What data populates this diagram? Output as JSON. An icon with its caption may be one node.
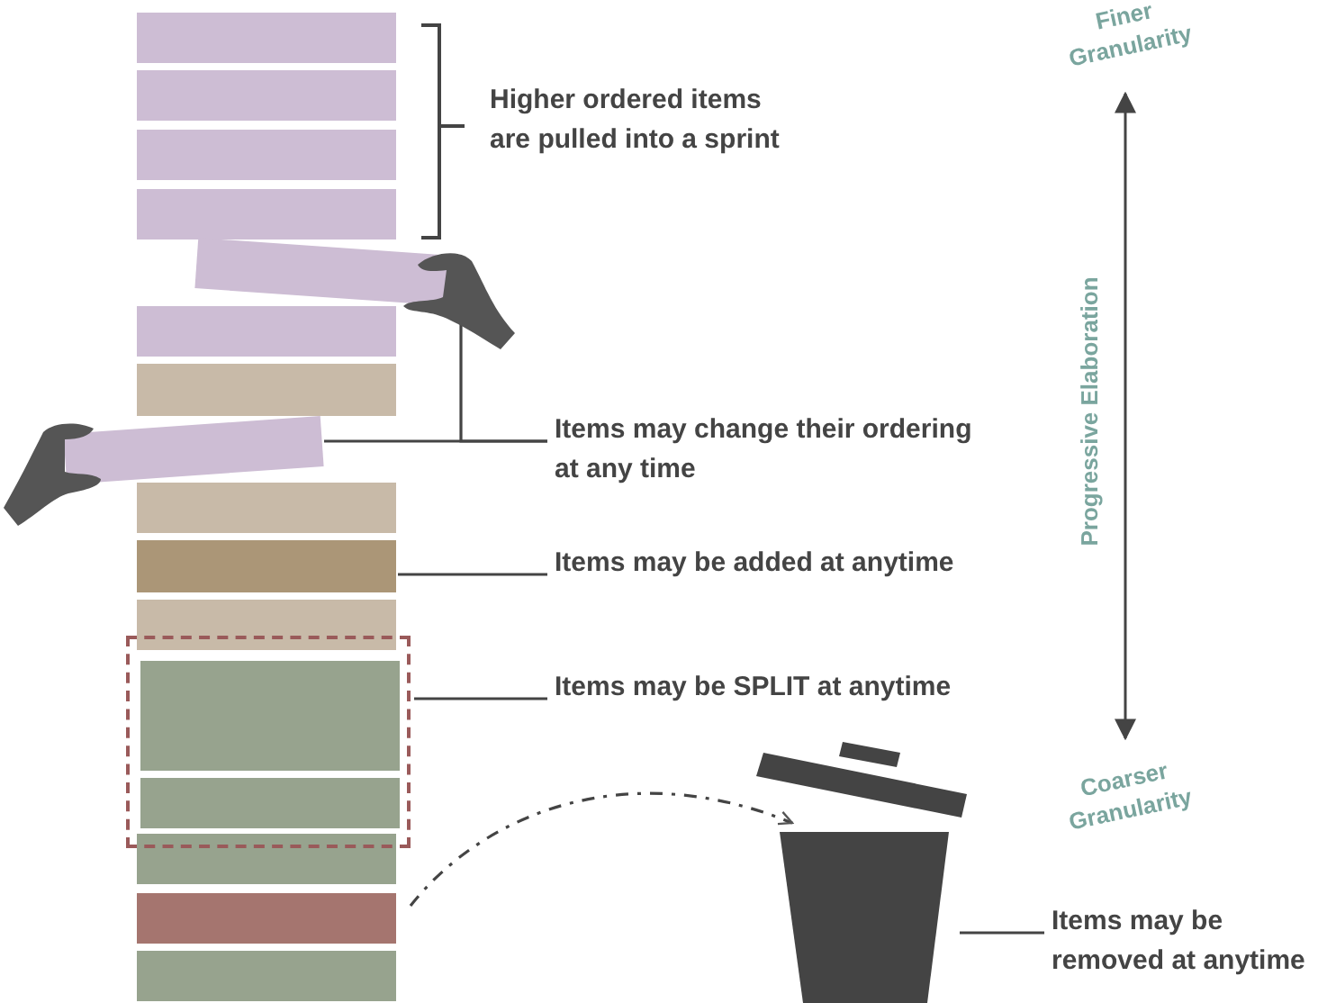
{
  "diagram": {
    "nodes": [
      {
        "text": [],
        "shape": "bar"
      },
      {
        "text": [],
        "shape": "bar"
      },
      {
        "text": [],
        "shape": "bar"
      },
      {
        "text": [],
        "shape": "bar"
      },
      {
        "text": [],
        "shape": "bar"
      },
      {
        "text": [],
        "shape": "bar"
      },
      {
        "text": [],
        "shape": "bar"
      },
      {
        "text": [],
        "shape": "bar"
      },
      {
        "text": [],
        "shape": "bar"
      },
      {
        "text": [],
        "shape": "bar"
      },
      {
        "text": [],
        "shape": "bar"
      },
      {
        "text": [],
        "shape": "box"
      },
      {
        "text": [],
        "shape": "bar",
        "in": 11
      },
      {
        "text": [],
        "shape": "bar",
        "in": 11
      },
      {
        "text": [],
        "shape": "bar"
      },
      {
        "text": [],
        "shape": "bar"
      },
      {
        "text": [],
        "shape": "bar"
      },
      {
        "text": [],
        "shape": "bin"
      },
      {
        "text": [
          "Items may change their ordering at any time"
        ]
      },
      {
        "text": [
          "Items may be added at anytime"
        ]
      },
      {
        "text": [
          "Items may be SPLIT at anytime"
        ]
      },
      {
        "text": [
          "Items may be removed at anytime"
        ]
      }
    ],
    "edges": [
      {
        "from": 18,
        "to": 4,
        "arrow": "none"
      },
      {
        "from": 18,
        "to": 7,
        "arrow": "none"
      },
      {
        "from": 19,
        "to": 9,
        "arrow": "none"
      },
      {
        "from": 20,
        "to": 11,
        "arrow": "none"
      },
      {
        "from": 15,
        "to": 17,
        "arrow": "to",
        "style": "dashed"
      },
      {
        "from": 21,
        "to": 17,
        "arrow": "none"
      }
    ],
    "labels": [
      "Higher ordered items are pulled into a sprint",
      "Finer Granularity",
      "Progressive Elaboration",
      "Coarser Granularity"
    ]
  }
}
